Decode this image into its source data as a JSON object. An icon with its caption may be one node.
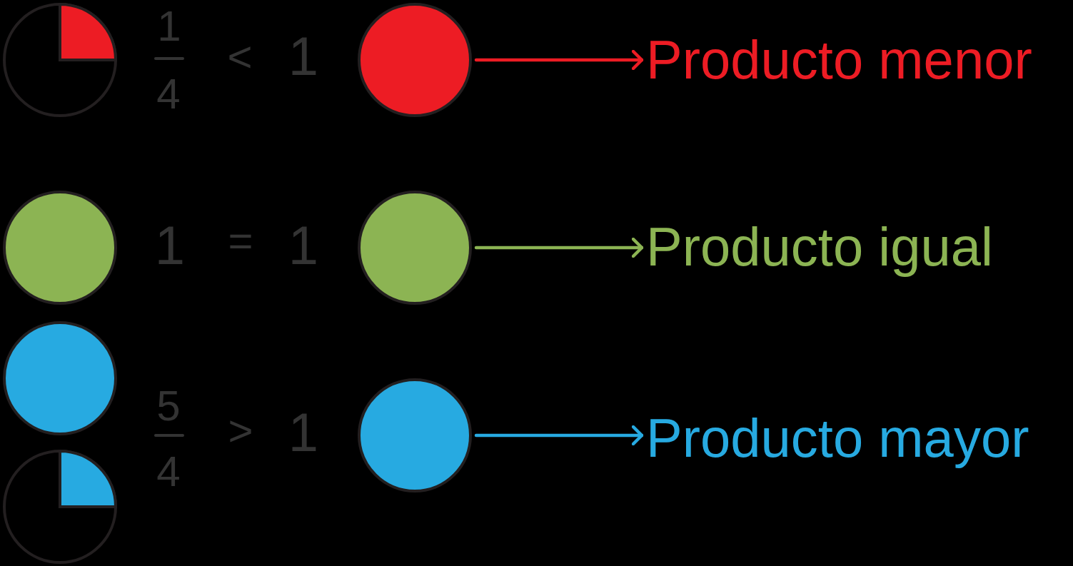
{
  "diagram": {
    "nodes": [
      {
        "text": [],
        "shape": "circle"
      },
      {
        "text": [],
        "shape": "circle"
      },
      {
        "text": [
          "Producto menor"
        ]
      },
      {
        "text": [],
        "shape": "circle"
      },
      {
        "text": [],
        "shape": "circle"
      },
      {
        "text": [
          "Producto igual"
        ]
      },
      {
        "text": [],
        "shape": "circle"
      },
      {
        "text": [],
        "shape": "circle"
      },
      {
        "text": [],
        "shape": "circle"
      },
      {
        "text": [
          "Producto mayor"
        ]
      }
    ],
    "edges": [
      {
        "from": 1,
        "to": 2,
        "arrow": "to",
        "color": "#ed1c24"
      },
      {
        "from": 4,
        "to": 5,
        "arrow": "to",
        "color": "#8cb453"
      },
      {
        "from": 8,
        "to": 9,
        "arrow": "to",
        "color": "#27aae1"
      }
    ],
    "labels": [
      "1",
      "4",
      "<",
      "1",
      "1",
      "=",
      "1",
      "5",
      "4",
      ">",
      "1"
    ]
  }
}
